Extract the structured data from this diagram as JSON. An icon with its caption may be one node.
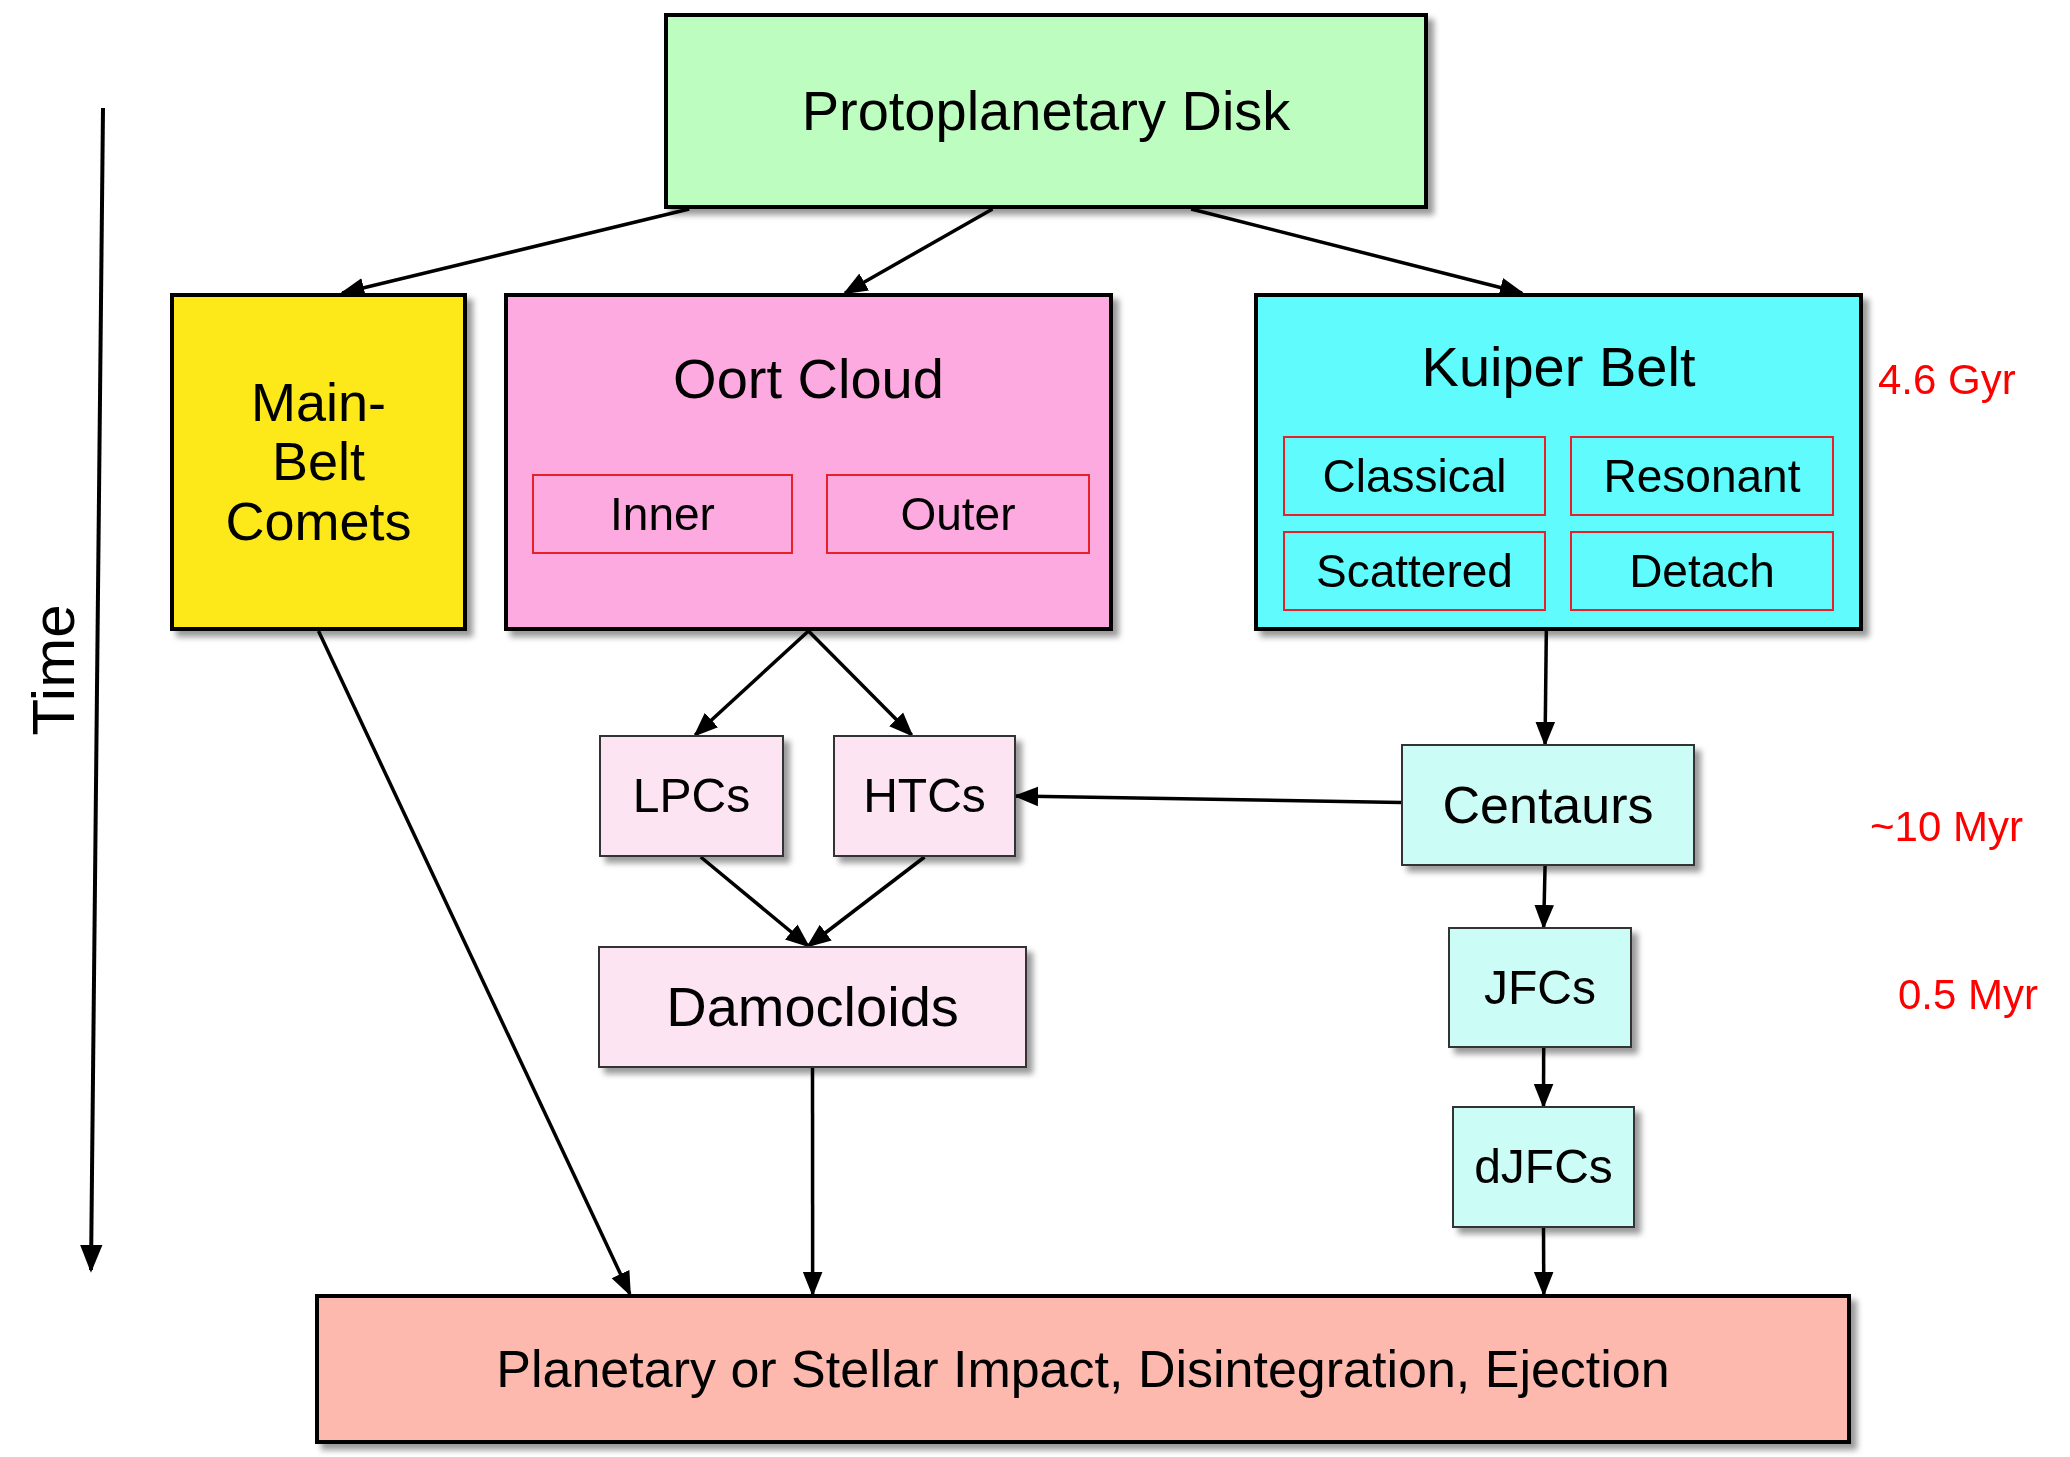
{
  "diagram": {
    "nodes": [
      {
        "text": [
          "Protoplanetary Disk"
        ]
      },
      {
        "text": [
          "Main- Belt Comets"
        ]
      },
      {
        "text": [
          "Oort Cloud"
        ]
      },
      {
        "text": [
          "Inner"
        ],
        "in": 2
      },
      {
        "text": [
          "Outer"
        ],
        "in": 2
      },
      {
        "text": [
          "Kuiper Belt"
        ]
      },
      {
        "text": [
          "Classical"
        ],
        "in": 5
      },
      {
        "text": [
          "Resonant"
        ],
        "in": 5
      },
      {
        "text": [
          "Scattered"
        ],
        "in": 5
      },
      {
        "text": [
          "Detach"
        ],
        "in": 5
      },
      {
        "text": [
          "LPCs"
        ]
      },
      {
        "text": [
          "HTCs"
        ]
      },
      {
        "text": [
          "Centaurs"
        ]
      },
      {
        "text": [
          "Damocloids"
        ]
      },
      {
        "text": [
          "JFCs"
        ]
      },
      {
        "text": [
          "dJFCs"
        ]
      },
      {
        "text": [
          "Planetary or Stellar Impact, Disintegration, Ejection"
        ]
      }
    ],
    "edges": [
      {
        "from": 0,
        "to": 1,
        "arrow": "to"
      },
      {
        "from": 0,
        "to": 2,
        "arrow": "to"
      },
      {
        "from": 0,
        "to": 5,
        "arrow": "to"
      },
      {
        "from": 2,
        "to": 10,
        "arrow": "to"
      },
      {
        "from": 2,
        "to": 11,
        "arrow": "to"
      },
      {
        "from": 5,
        "to": 12,
        "arrow": "to"
      },
      {
        "from": 12,
        "to": 11,
        "arrow": "to"
      },
      {
        "from": 10,
        "to": 13,
        "arrow": "to"
      },
      {
        "from": 11,
        "to": 13,
        "arrow": "to"
      },
      {
        "from": 12,
        "to": 14,
        "arrow": "to"
      },
      {
        "from": 14,
        "to": 15,
        "arrow": "to"
      },
      {
        "from": 15,
        "to": 16,
        "arrow": "to"
      },
      {
        "from": 1,
        "to": 16,
        "arrow": "to"
      },
      {
        "from": 13,
        "to": 16,
        "arrow": "to"
      }
    ],
    "labels": [
      "Time",
      "4.6 Gyr",
      "~10 Myr",
      "0.5 Myr"
    ]
  }
}
